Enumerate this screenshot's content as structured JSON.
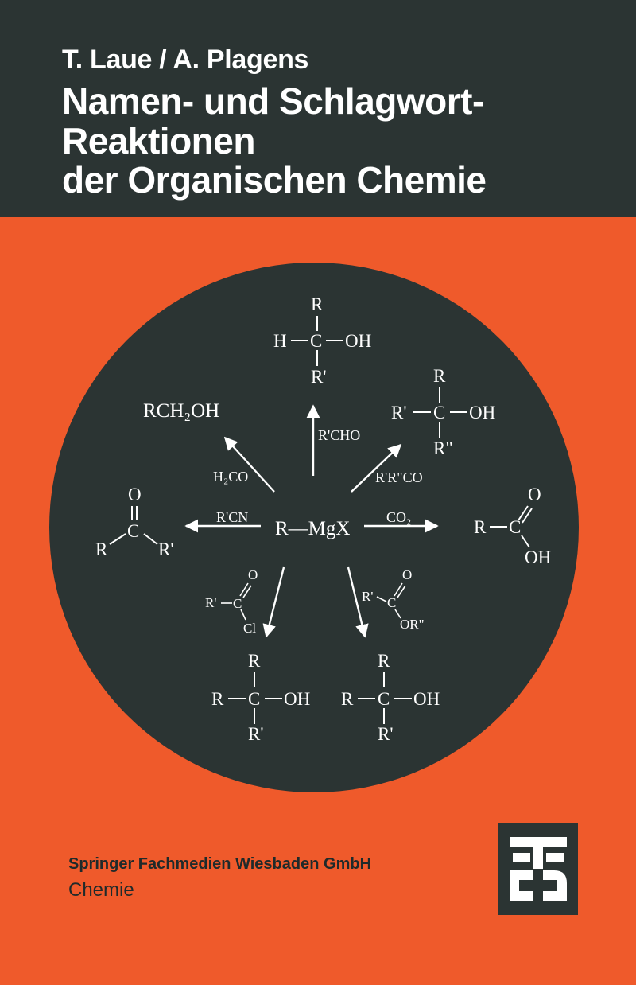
{
  "cover": {
    "authors": "T. Laue / A. Plagens",
    "title_lines": [
      "Namen- und Schlagwort-",
      "Reaktionen",
      "der Organischen Chemie"
    ],
    "publisher": "Springer Fachmedien Wiesbaden GmbH",
    "series": "Chemie"
  },
  "diagram": {
    "center": "R—MgX",
    "reagents": {
      "h2co": "H₂CO",
      "rcho": "R'CHO",
      "rrco": "R'R\"CO",
      "rcn": "R'CN",
      "co2": "CO₂"
    },
    "products": {
      "rch2oh": "RCH₂OH"
    }
  },
  "colors": {
    "background": "#ef5a2b",
    "dark": "#2b3433",
    "text_light": "#ffffff"
  },
  "icons": {
    "logo": "publisher-logo-icon"
  }
}
